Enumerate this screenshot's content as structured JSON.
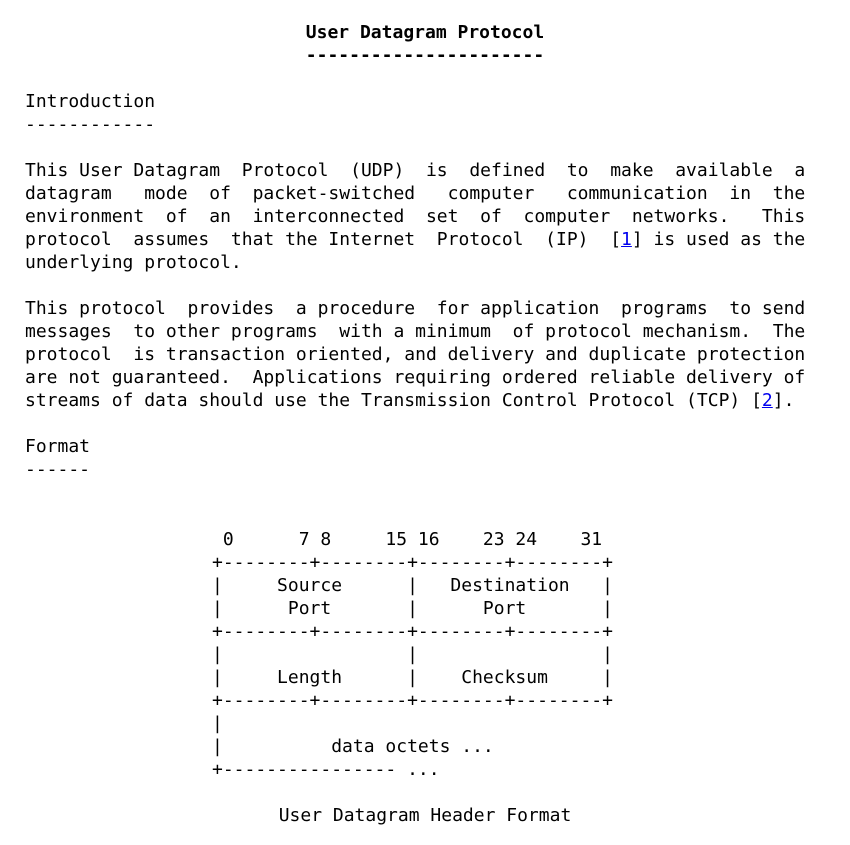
{
  "title": "User Datagram Protocol",
  "title_underline": "----------------------",
  "sections": {
    "introduction": {
      "heading": "Introduction",
      "underline": "------------"
    },
    "format": {
      "heading": "Format",
      "underline": "------"
    }
  },
  "paragraph1": {
    "line1": "This User Datagram  Protocol  (UDP)  is  defined  to  make  available  a",
    "line2": "datagram   mode  of  packet-switched   computer   communication  in  the",
    "line3": "environment  of  an  interconnected  set  of  computer  networks.   This",
    "line4_pre": "protocol  assumes  that the Internet  Protocol  (IP)  [",
    "line4_ref": "1",
    "line4_post": "] is used as the",
    "line5": "underlying protocol."
  },
  "paragraph2": {
    "line1": "This protocol  provides  a procedure  for application  programs  to send",
    "line2": "messages  to other programs  with a minimum  of protocol mechanism.  The",
    "line3": "protocol  is transaction oriented, and delivery and duplicate protection",
    "line4": "are not guaranteed.  Applications requiring ordered reliable delivery of",
    "line5_pre": "streams of data should use the Transmission Control Protocol (TCP) [",
    "line5_ref": "2",
    "line5_post": "]."
  },
  "diagram": {
    "bit_positions": " 0      7 8     15 16    23 24    31",
    "border": "+--------+--------+--------+--------+",
    "row1a": "|     Source      |   Destination   |",
    "row1b": "|      Port       |      Port       |",
    "row2a": "|                 |                 |",
    "row2b": "|     Length      |    Checksum     |",
    "row3a": "|",
    "row3b": "|          data octets ...",
    "end": "+---------------- ...",
    "caption": "User Datagram Header Format"
  }
}
